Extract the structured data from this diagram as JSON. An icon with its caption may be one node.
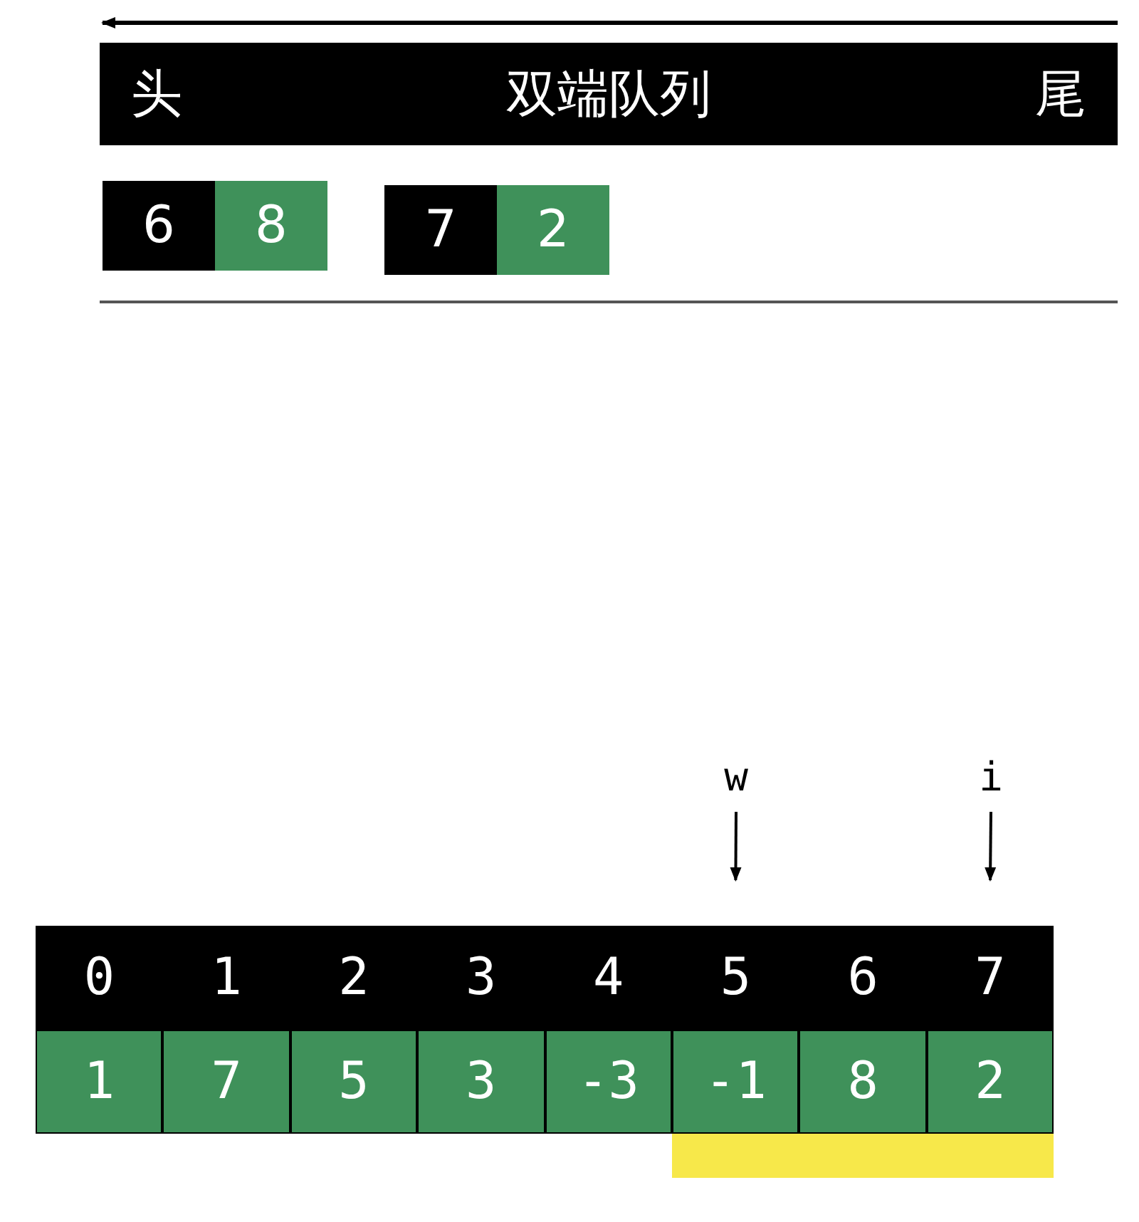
{
  "diagram": {
    "nodes": [
      {
        "text": [
          "头",
          "双端队列",
          "尾"
        ]
      },
      {
        "text": [
          "6"
        ]
      },
      {
        "text": [
          "8"
        ]
      },
      {
        "text": [
          "7"
        ]
      },
      {
        "text": [
          "2"
        ]
      },
      {
        "text": [
          "w"
        ]
      },
      {
        "text": [
          "i"
        ]
      },
      {
        "text": [
          "0"
        ]
      },
      {
        "text": [
          "1"
        ]
      },
      {
        "text": [
          "2"
        ]
      },
      {
        "text": [
          "3"
        ]
      },
      {
        "text": [
          "4"
        ]
      },
      {
        "text": [
          "5"
        ]
      },
      {
        "text": [
          "6"
        ]
      },
      {
        "text": [
          "7"
        ]
      },
      {
        "text": [
          "1"
        ]
      },
      {
        "text": [
          "7"
        ]
      },
      {
        "text": [
          "5"
        ]
      },
      {
        "text": [
          "3"
        ]
      },
      {
        "text": [
          "-3"
        ]
      },
      {
        "text": [
          "-1"
        ]
      },
      {
        "text": [
          "8"
        ]
      },
      {
        "text": [
          "2"
        ]
      },
      {
        "text": [],
        "shape": "bar"
      }
    ],
    "edges": [
      {
        "from": 5,
        "to": 12,
        "arrow": "to"
      },
      {
        "from": 6,
        "to": 14,
        "arrow": "to"
      }
    ]
  }
}
